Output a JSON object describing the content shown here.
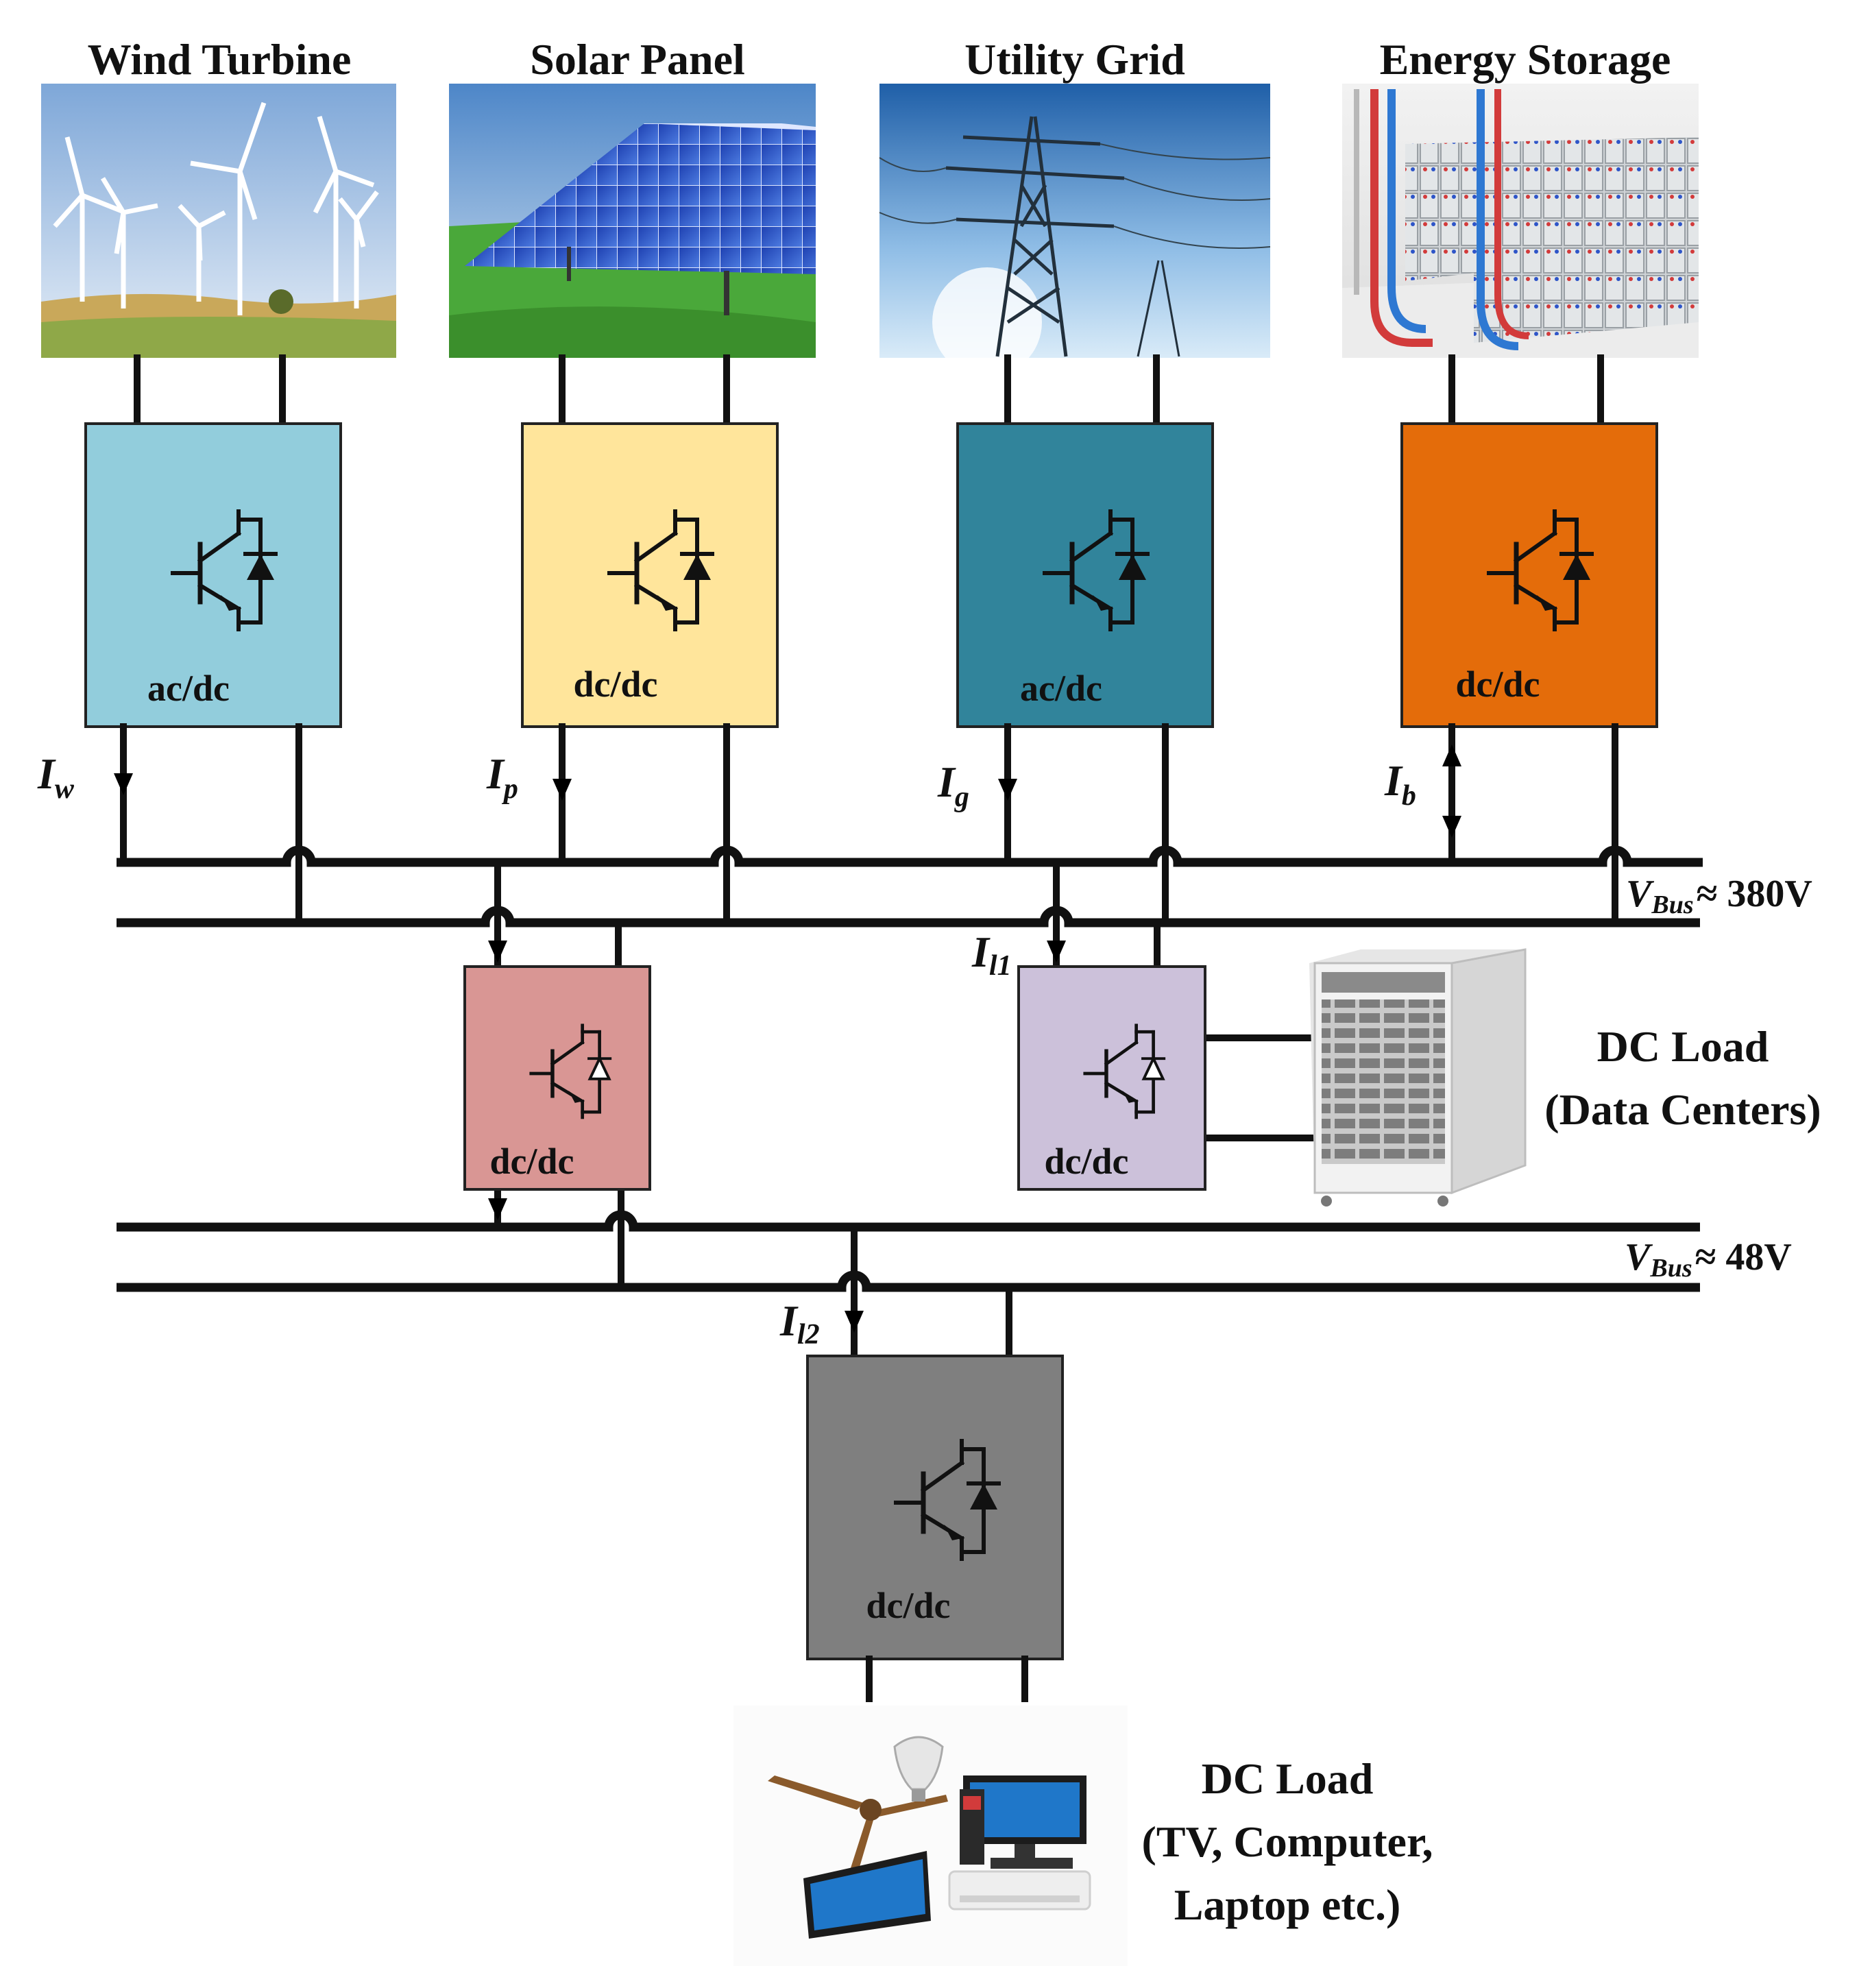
{
  "sources": [
    {
      "title": "Wind Turbine",
      "converter": "ac/dc",
      "box_color": "#92cddc",
      "current": {
        "main": "I",
        "sub": "w"
      },
      "current_dir": "down",
      "photo": "wind-turbines"
    },
    {
      "title": "Solar Panel",
      "converter": "dc/dc",
      "box_color": "#ffe59b",
      "current": {
        "main": "I",
        "sub": "p"
      },
      "current_dir": "down",
      "photo": "solar-panels"
    },
    {
      "title": "Utility Grid",
      "converter": "ac/dc",
      "box_color": "#31849b",
      "current": {
        "main": "I",
        "sub": "g"
      },
      "current_dir": "down",
      "photo": "transmission-tower"
    },
    {
      "title": "Energy Storage",
      "converter": "dc/dc",
      "box_color": "#e46c0a",
      "current": {
        "main": "I",
        "sub": "b"
      },
      "current_dir": "bidirectional",
      "photo": "battery-bank"
    }
  ],
  "buses": {
    "high": {
      "symbol": "V",
      "sub": "Bus",
      "value": "≈ 380V"
    },
    "low": {
      "symbol": "V",
      "sub": "Bus",
      "value": "≈ 48V"
    }
  },
  "middle_converters": [
    {
      "label": "dc/dc",
      "box_color": "#d99694"
    },
    {
      "label": "dc/dc",
      "box_color": "#ccc1da",
      "current": {
        "main": "I",
        "sub": "l1"
      }
    }
  ],
  "bottom_converter": {
    "label": "dc/dc",
    "box_color": "#7f7f7f",
    "current": {
      "main": "I",
      "sub": "l2"
    }
  },
  "loads": {
    "data_center": {
      "line1": "DC Load",
      "line2": "(Data Centers)",
      "photo": "rack-server"
    },
    "household": {
      "line1": "DC Load",
      "line2": "(TV, Computer,",
      "line3": "Laptop etc.)",
      "photo": "household-appliances"
    }
  },
  "colors": {
    "line": "#111111",
    "sky": "#9cc3e8",
    "grass": "#5aa83a"
  }
}
